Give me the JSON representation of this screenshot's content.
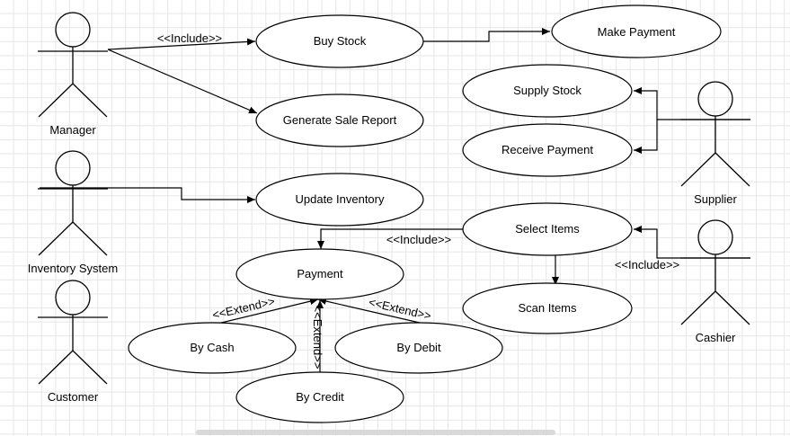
{
  "diagram": {
    "actors": {
      "manager": "Manager",
      "inventory_system": "Inventory System",
      "customer": "Customer",
      "supplier": "Supplier",
      "cashier": "Cashier"
    },
    "use_cases": {
      "buy_stock": "Buy Stock",
      "make_payment": "Make Payment",
      "generate_sale_report": "Generate Sale Report",
      "supply_stock": "Supply Stock",
      "receive_payment": "Receive Payment",
      "update_inventory": "Update Inventory",
      "select_items": "Select Items",
      "payment": "Payment",
      "scan_items": "Scan Items",
      "by_cash": "By Cash",
      "by_debit": "By Debit",
      "by_credit": "By Credit"
    },
    "relation_labels": {
      "include_manager_buy": "<<Include>>",
      "include_select_payment": "<<Include>>",
      "include_cashier": "<<Include>>",
      "extend_cash": "<<Extend>>",
      "extend_debit": "<<Extend>>",
      "extend_credit": "<<Extend>>"
    }
  }
}
